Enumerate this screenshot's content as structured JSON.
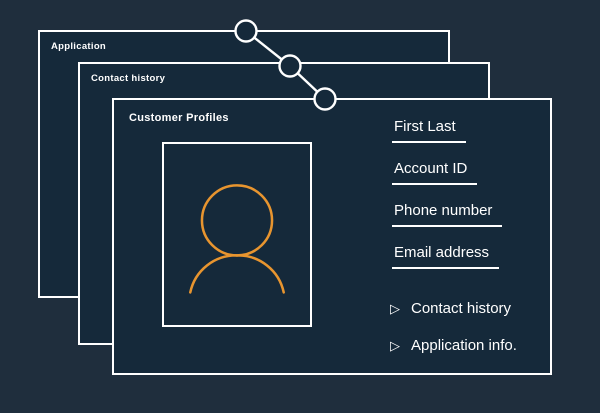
{
  "colors": {
    "background": "#1f2e3d",
    "card": "#15293a",
    "border": "#ffffff",
    "accent": "#e8952f",
    "text": "#ffffff"
  },
  "cards": {
    "back": {
      "label": "Application"
    },
    "middle": {
      "label": "Contact history"
    },
    "front": {
      "label": "Customer Profiles"
    }
  },
  "profile": {
    "avatar_icon": "person-outline-icon",
    "fields": [
      {
        "label": "First Last"
      },
      {
        "label": "Account ID"
      },
      {
        "label": "Phone number"
      },
      {
        "label": "Email address"
      }
    ],
    "link_icon": "triangle-right-icon",
    "link_glyph": "▷",
    "links": [
      {
        "label": "Contact history"
      },
      {
        "label": "Application info."
      }
    ]
  }
}
